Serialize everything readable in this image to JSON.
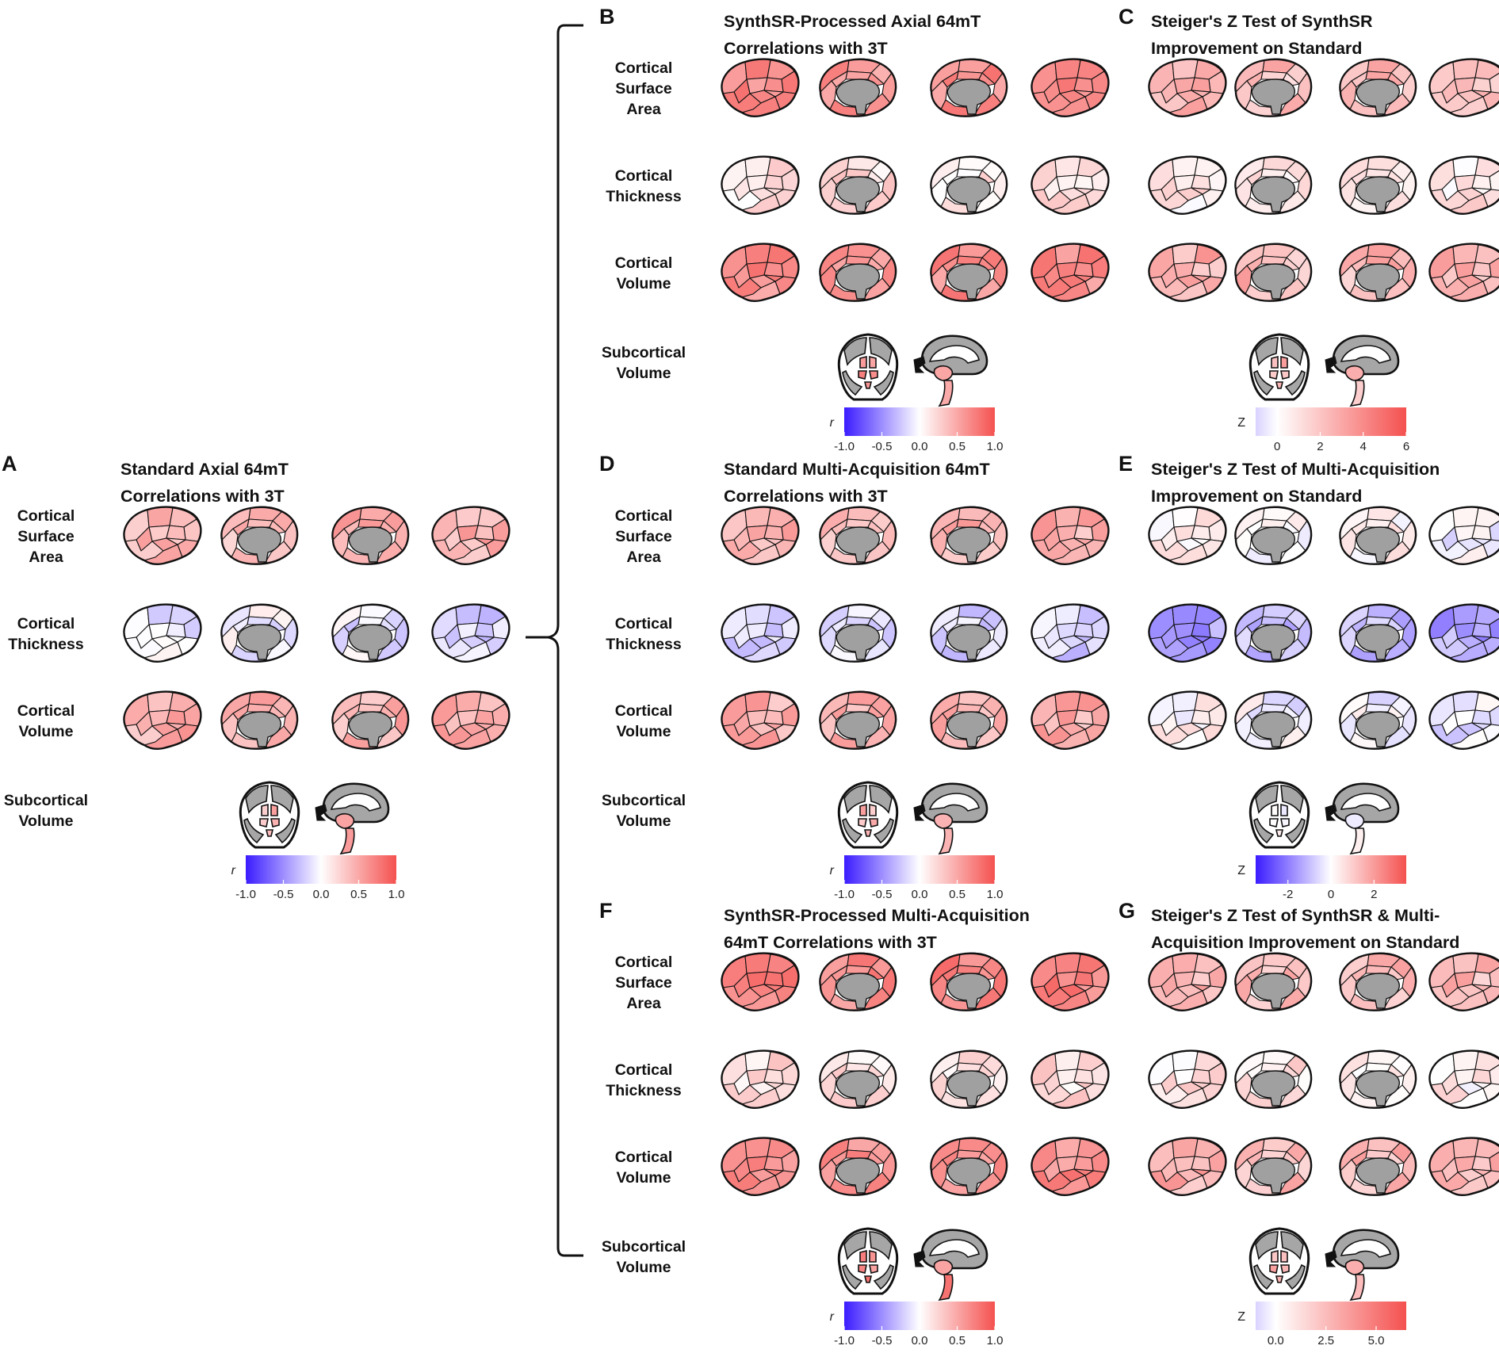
{
  "row_labels": {
    "surface_area": [
      "Cortical",
      "Surface",
      "Area"
    ],
    "thickness": [
      "Cortical",
      "Thickness"
    ],
    "volume": [
      "Cortical",
      "Volume"
    ],
    "subcortical": [
      "Subcortical",
      "Volume"
    ]
  },
  "colors": {
    "negative": "#3b1cff",
    "zero": "#ffffff",
    "positive": "#f4514f",
    "medial_wall": "#a0a0a0",
    "subcortical_gray": "#a6a6a6",
    "outline": "#111111"
  },
  "panels": [
    {
      "id": "A",
      "letter": "A",
      "title": [
        "Standard Axial 64mT",
        "Correlations with 3T"
      ],
      "colorbar": {
        "symbol": "r",
        "ticks": [
          "-1.0",
          "-0.5",
          "0.0",
          "0.5",
          "1.0"
        ],
        "min": -1.0,
        "max": 1.0,
        "gradient": "diverging"
      },
      "rows": {
        "surface_area": [
          0.45,
          0.4,
          0.45,
          0.45
        ],
        "thickness": [
          -0.1,
          -0.05,
          -0.12,
          -0.18
        ],
        "volume": [
          0.45,
          0.4,
          0.45,
          0.45
        ]
      }
    },
    {
      "id": "B",
      "letter": "B",
      "title": [
        "SynthSR-Processed Axial 64mT",
        "Correlations with 3T"
      ],
      "colorbar": {
        "symbol": "r",
        "ticks": [
          "-1.0",
          "-0.5",
          "0.0",
          "0.5",
          "1.0"
        ],
        "min": -1.0,
        "max": 1.0,
        "gradient": "diverging"
      },
      "rows": {
        "surface_area": [
          0.65,
          0.6,
          0.65,
          0.65
        ],
        "thickness": [
          0.15,
          0.18,
          0.12,
          0.15
        ],
        "volume": [
          0.65,
          0.62,
          0.65,
          0.65
        ]
      }
    },
    {
      "id": "C",
      "letter": "C",
      "title": [
        "Steiger's Z Test of SynthSR",
        "Improvement on Standard"
      ],
      "colorbar": {
        "symbol": "Z",
        "ticks": [
          "0",
          "2",
          "4",
          "6"
        ],
        "min": -1.0,
        "max": 6.0,
        "gradient": "positive"
      },
      "rows": {
        "surface_area": [
          0.4,
          0.35,
          0.4,
          0.4
        ],
        "thickness": [
          0.15,
          0.12,
          0.08,
          0.15
        ],
        "volume": [
          0.45,
          0.4,
          0.4,
          0.4
        ]
      }
    },
    {
      "id": "D",
      "letter": "D",
      "title": [
        "Standard Multi-Acquisition 64mT",
        "Correlations with 3T"
      ],
      "colorbar": {
        "symbol": "r",
        "ticks": [
          "-1.0",
          "-0.5",
          "0.0",
          "0.5",
          "1.0"
        ],
        "min": -1.0,
        "max": 1.0,
        "gradient": "diverging"
      },
      "rows": {
        "surface_area": [
          0.45,
          0.4,
          0.45,
          0.45
        ],
        "thickness": [
          -0.2,
          -0.15,
          -0.22,
          -0.2
        ],
        "volume": [
          0.45,
          0.4,
          0.42,
          0.45
        ]
      }
    },
    {
      "id": "E",
      "letter": "E",
      "title": [
        "Steiger's Z Test of Multi-Acquisition",
        "Improvement on Standard"
      ],
      "colorbar": {
        "symbol": "Z",
        "ticks": [
          "-2",
          "0",
          "2"
        ],
        "min": -3.5,
        "max": 3.5,
        "gradient": "diverging"
      },
      "rows": {
        "surface_area": [
          0.1,
          0.05,
          0.1,
          -0.05
        ],
        "thickness": [
          -0.45,
          -0.25,
          -0.3,
          -0.4
        ],
        "volume": [
          0.05,
          -0.05,
          -0.05,
          -0.1
        ]
      }
    },
    {
      "id": "F",
      "letter": "F",
      "title": [
        "SynthSR-Processed Multi-Acquisition",
        "64mT Correlations with 3T"
      ],
      "colorbar": {
        "symbol": "r",
        "ticks": [
          "-1.0",
          "-0.5",
          "0.0",
          "0.5",
          "1.0"
        ],
        "min": -1.0,
        "max": 1.0,
        "gradient": "diverging"
      },
      "rows": {
        "surface_area": [
          0.7,
          0.65,
          0.7,
          0.7
        ],
        "thickness": [
          0.2,
          0.2,
          0.15,
          0.18
        ],
        "volume": [
          0.68,
          0.65,
          0.65,
          0.65
        ]
      }
    },
    {
      "id": "G",
      "letter": "G",
      "title": [
        "Steiger's Z Test of SynthSR & Multi-",
        "Acquisition Improvement on Standard"
      ],
      "colorbar": {
        "symbol": "Z",
        "ticks": [
          "0.0",
          "2.5",
          "5.0"
        ],
        "min": -1.0,
        "max": 6.5,
        "gradient": "positive"
      },
      "rows": {
        "surface_area": [
          0.4,
          0.35,
          0.38,
          0.4
        ],
        "thickness": [
          0.15,
          0.15,
          0.1,
          0.1
        ],
        "volume": [
          0.45,
          0.4,
          0.4,
          0.4
        ]
      }
    }
  ]
}
